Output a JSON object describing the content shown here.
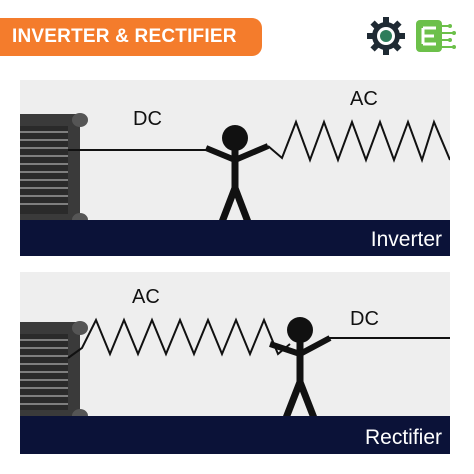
{
  "header": {
    "title": "INVERTER & RECTIFIER",
    "accent_color": "#f47c2c",
    "logos": [
      "gear-logo-icon",
      "e-logo-icon"
    ]
  },
  "panels": [
    {
      "left_label": "DC",
      "right_label": "AC",
      "bar_label": "Inverter",
      "icons": [
        "wire-spool-icon",
        "stick-figure-icon",
        "ac-wave-icon"
      ]
    },
    {
      "left_label": "AC",
      "right_label": "DC",
      "bar_label": "Rectifier",
      "icons": [
        "wire-spool-icon",
        "ac-wave-icon",
        "stick-figure-icon"
      ]
    }
  ],
  "colors": {
    "panel_bg": "#eeeeee",
    "bar": "#0b1238",
    "spool": "#3a3a3a",
    "line": "#111111"
  }
}
